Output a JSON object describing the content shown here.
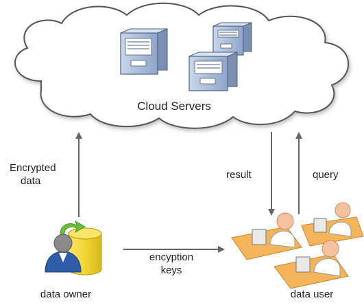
{
  "cloud": {
    "label": "Cloud Servers"
  },
  "arrows": {
    "upload_label_line1": "Encrypted",
    "upload_label_line2": "data",
    "result_label": "result",
    "query_label": "query",
    "keys_label_line1": "encyption",
    "keys_label_line2": "keys"
  },
  "actors": {
    "owner_label": "data owner",
    "user_label": "data user"
  },
  "colors": {
    "cloud_fill": "#ffffff",
    "cloud_stroke": "#555555",
    "server_blue": "#a9bdd9",
    "arrow": "#666666",
    "database_yellow": "#f2d533",
    "owner_blue": "#2f5ea8",
    "desk_orange": "#f4b55a",
    "person_skin": "#f6c19e"
  },
  "icons": [
    "cloud-icon",
    "server-icon",
    "database-icon",
    "person-icon",
    "workstation-icon"
  ]
}
